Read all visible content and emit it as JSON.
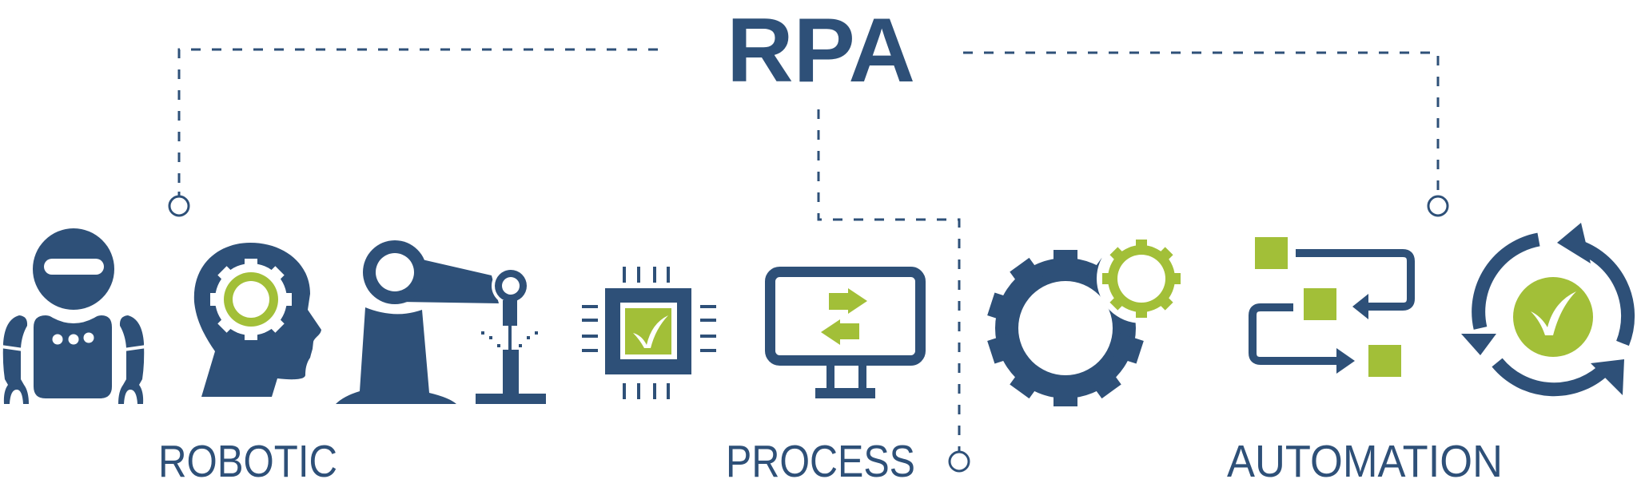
{
  "title": "RPA",
  "sections": [
    {
      "label": "ROBOTIC"
    },
    {
      "label": "PROCESS"
    },
    {
      "label": "AUTOMATION"
    }
  ],
  "colors": {
    "primary": "#2e5078",
    "accent": "#a2bf38"
  }
}
